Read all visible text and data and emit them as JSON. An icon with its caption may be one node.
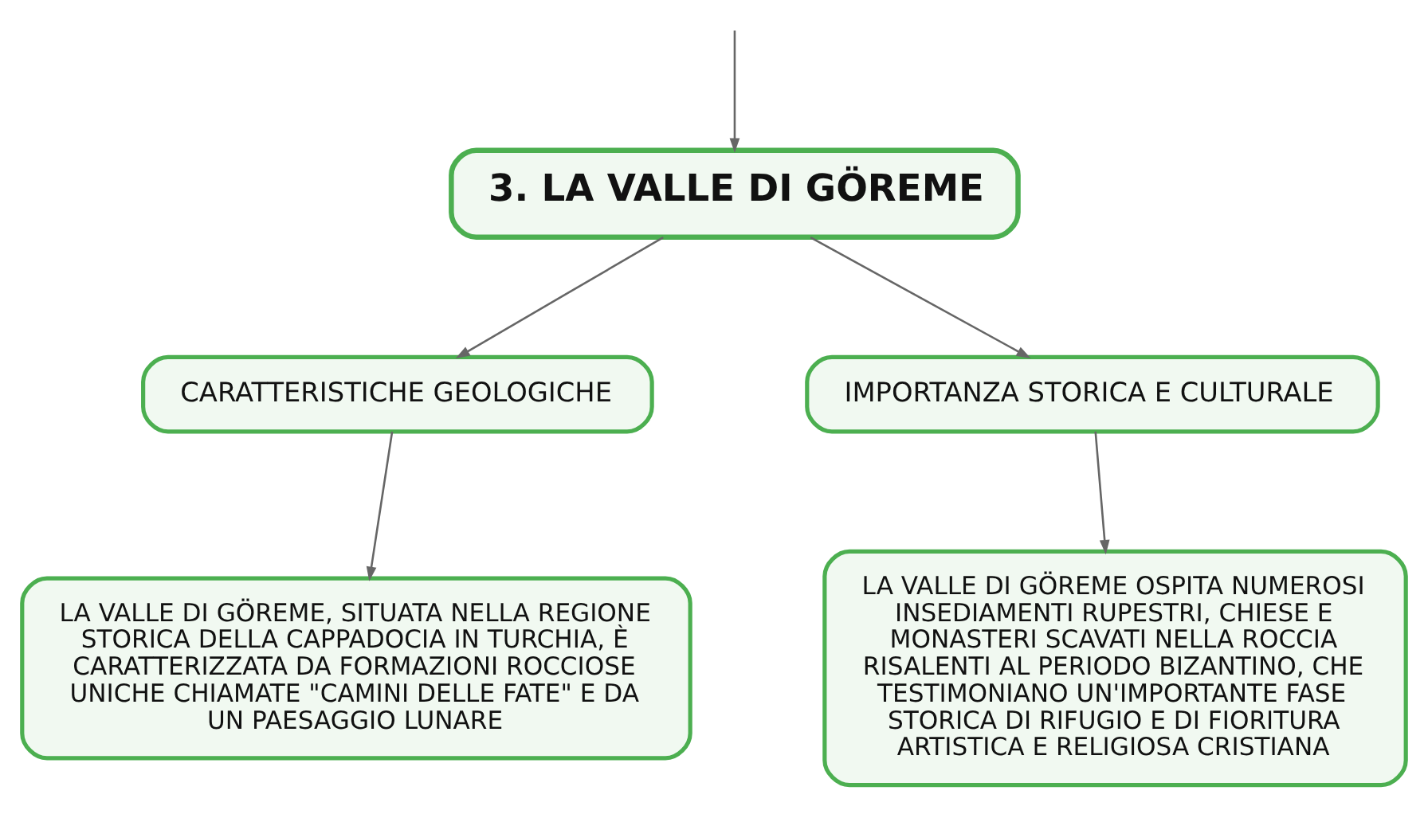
{
  "diagram": {
    "nodes": [
      {
        "text": [
          "3. LA VALLE DI GÖREME"
        ]
      },
      {
        "text": [
          "CARATTERISTICHE GEOLOGICHE"
        ]
      },
      {
        "text": [
          "IMPORTANZA STORICA E CULTURALE"
        ]
      },
      {
        "text": [
          "LA VALLE DI GÖREME, SITUATA NELLA REGIONE STORICA DELLA CAPPADOCIA IN TURCHIA, È CARATTERIZZATA DA FORMAZIONI ROCCIOSE UNICHE CHIAMATE \"CAMINI DELLE FATE\" E DA UN PAESAGGIO LUNARE"
        ]
      },
      {
        "text": [
          "LA VALLE DI GÖREME OSPITA NUMEROSI INSEDIAMENTI RUPESTRI, CHIESE E MONASTERI SCAVATI NELLA ROCCIA RISALENTI AL PERIODO BIZANTINO, CHE TESTIMONIANO UN'IMPORTANTE FASE STORICA DI RIFUGIO E DI FIORITURA ARTISTICA E RELIGIOSA CRISTIANA"
        ]
      }
    ],
    "edges": [
      {
        "from": null,
        "to": 0,
        "arrow": "to"
      },
      {
        "from": 0,
        "to": 1,
        "arrow": "to"
      },
      {
        "from": 0,
        "to": 2,
        "arrow": "to"
      },
      {
        "from": 1,
        "to": 3,
        "arrow": "to"
      },
      {
        "from": 2,
        "to": 4,
        "arrow": "to"
      }
    ]
  }
}
